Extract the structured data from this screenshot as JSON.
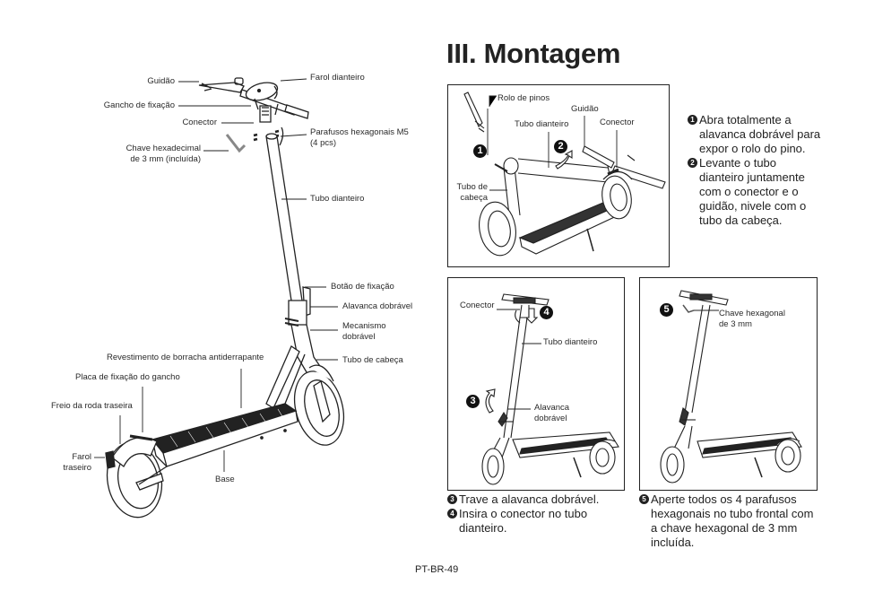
{
  "page": {
    "title": "III. Montagem",
    "page_number": "PT-BR-49"
  },
  "main_diagram": {
    "labels": {
      "guidao": "Guidão",
      "gancho": "Gancho de fixação",
      "conector": "Conector",
      "chave_line1": "Chave hexadecimal",
      "chave_line2": "de 3 mm (incluída)",
      "farol_dianteiro": "Farol dianteiro",
      "parafusos_line1": "Parafusos hexagonais M5",
      "parafusos_line2": "(4 pcs)",
      "tubo_dianteiro": "Tubo dianteiro",
      "botao": "Botão de fixação",
      "alavanca": "Alavanca dobrável",
      "mecanismo_line1": "Mecanismo",
      "mecanismo_line2": "dobrável",
      "tubo_cabeca": "Tubo de cabeça",
      "revestimento": "Revestimento de borracha antiderrapante",
      "placa": "Placa de fixação do gancho",
      "freio": "Freio da roda traseira",
      "farol_traseiro_line1": "Farol",
      "farol_traseiro_line2": "traseiro",
      "base": "Base"
    }
  },
  "step_box_1": {
    "labels": {
      "rolo": "Rolo de pinos",
      "guidao": "Guidão",
      "tubo_dianteiro": "Tubo dianteiro",
      "conector": "Conector",
      "tubo_cabeca_line1": "Tubo de",
      "tubo_cabeca_line2": "cabeça"
    },
    "badges": [
      "❶",
      "❷"
    ]
  },
  "step_box_2": {
    "labels": {
      "conector": "Conector",
      "tubo_dianteiro": "Tubo dianteiro",
      "alavanca_line1": "Alavanca",
      "alavanca_line2": "dobrável"
    },
    "badges": [
      "❸",
      "❹"
    ]
  },
  "step_box_3": {
    "labels": {
      "chave_line1": "Chave hexagonal",
      "chave_line2": "de 3 mm"
    },
    "badges": [
      "❺"
    ]
  },
  "instructions": {
    "step1": {
      "num": "1",
      "lines": [
        "Abra totalmente a",
        "alavanca dobrável para",
        "expor o rolo do pino."
      ]
    },
    "step2": {
      "num": "2",
      "lines": [
        "Levante o tubo",
        "dianteiro juntamente",
        "com o conector e o",
        "guidão, nivele com o",
        "tubo da cabeça."
      ]
    },
    "step3": {
      "num": "3",
      "lines": [
        "Trave a alavanca dobrável."
      ]
    },
    "step4": {
      "num": "4",
      "lines": [
        "Insira o conector no tubo",
        "dianteiro."
      ]
    },
    "step5": {
      "num": "5",
      "lines": [
        "Aperte todos os 4 parafusos",
        "hexagonais no tubo frontal com",
        "a chave hexagonal de 3 mm",
        "incluída."
      ]
    }
  }
}
